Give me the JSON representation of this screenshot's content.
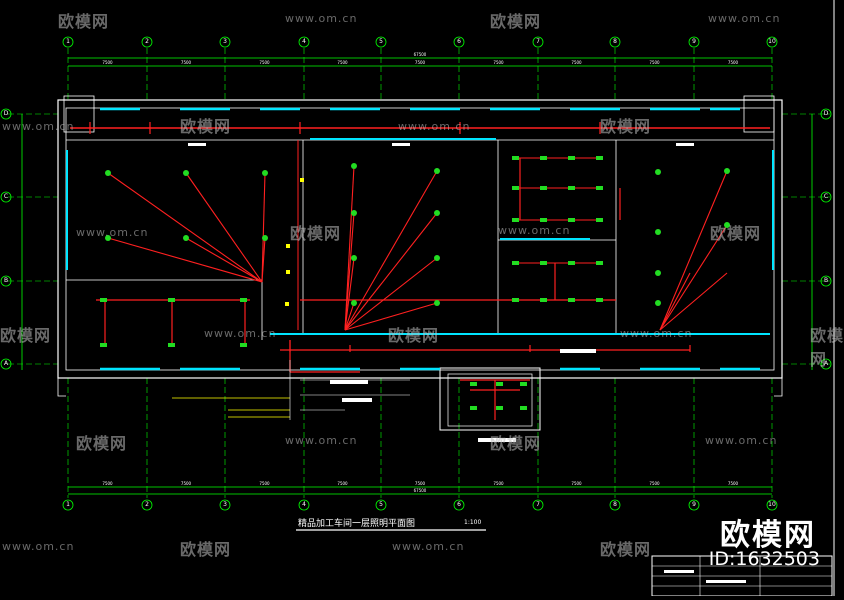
{
  "drawing": {
    "title": "精品加工车间一层照明平面图",
    "scale": "1:100"
  },
  "grid_axes": {
    "columns": [
      "1",
      "2",
      "3",
      "4",
      "5",
      "6",
      "7",
      "8",
      "9",
      "10"
    ],
    "rows": [
      "D",
      "C",
      "B",
      "A"
    ]
  },
  "dimensions": {
    "top_spans": [
      "7500",
      "7500",
      "7500",
      "7500",
      "7500",
      "7500",
      "7500",
      "7500",
      "7500"
    ],
    "top_total": "67500",
    "bottom_spans": [
      "7500",
      "7500",
      "7500",
      "7500",
      "7500",
      "7500",
      "7500",
      "7500",
      "7500"
    ],
    "bottom_total": "67500"
  },
  "watermark": {
    "brand": "欧模网",
    "site": "www.om.cn",
    "id": "ID:1632503"
  },
  "colors": {
    "background": "#000000",
    "axis": "#00ff00",
    "wall": "#ffffff",
    "circuit": "#ff2020",
    "window": "#00e5ff",
    "lamp": "#22dd22",
    "annotation": "#ffff00"
  }
}
